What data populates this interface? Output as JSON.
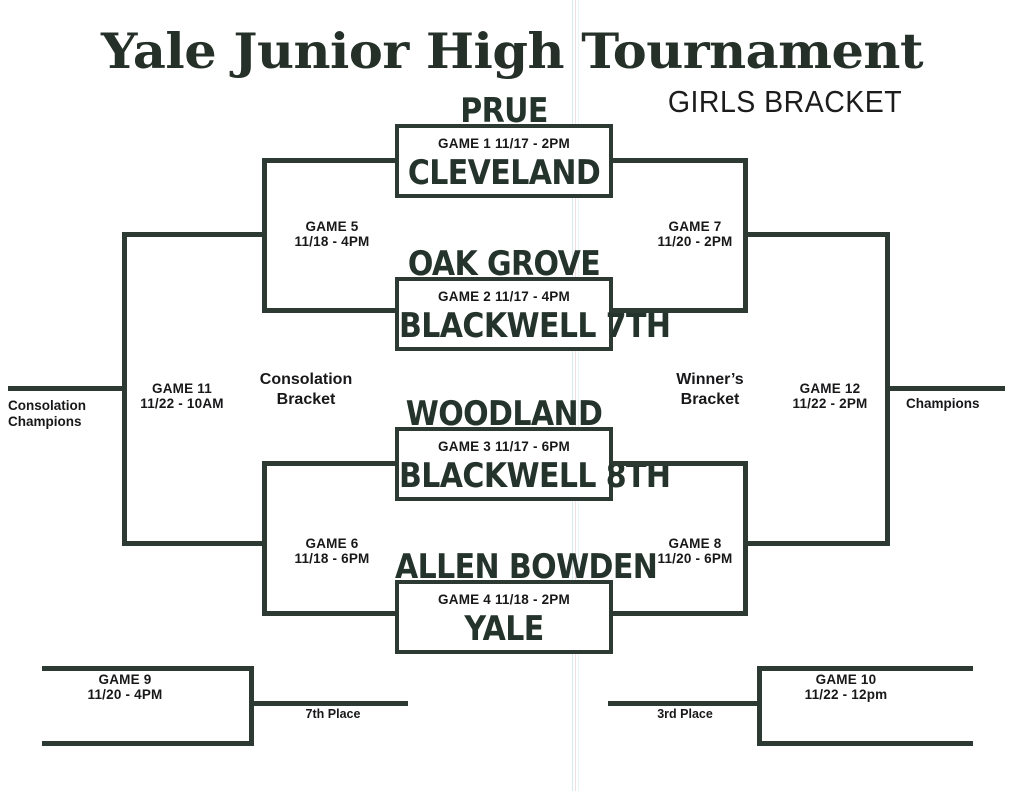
{
  "header": {
    "title": "Yale Junior High Tournament",
    "subtitle": "GIRLS BRACKET"
  },
  "labels": {
    "consolation_bracket_l1": "Consolation",
    "consolation_bracket_l2": "Bracket",
    "winners_bracket_l1": "Winner’s",
    "winners_bracket_l2": "Bracket",
    "consolation_champions_l1": "Consolation",
    "consolation_champions_l2": "Champions",
    "champions": "Champions",
    "seventh_place": "7th Place",
    "third_place": "3rd Place"
  },
  "games": {
    "game1": {
      "meta": "GAME 1  11/17 - 2PM",
      "top_team": "PRUE",
      "bottom_team": "CLEVELAND"
    },
    "game2": {
      "meta": "GAME 2  11/17 - 4PM",
      "top_team": "OAK GROVE",
      "bottom_team": "BLACKWELL 7TH"
    },
    "game3": {
      "meta": "GAME 3   11/17 - 6PM",
      "top_team": "WOODLAND",
      "bottom_team": "BLACKWELL 8TH"
    },
    "game4": {
      "meta": "GAME 4  11/18 - 2PM",
      "top_team": "ALLEN BOWDEN",
      "bottom_team": "YALE"
    },
    "game5": {
      "name": "GAME 5",
      "time": "11/18 - 4PM"
    },
    "game6": {
      "name": "GAME 6",
      "time": "11/18 - 6PM"
    },
    "game7": {
      "name": "GAME 7",
      "time": "11/20 - 2PM"
    },
    "game8": {
      "name": "GAME 8",
      "time": "11/20 - 6PM"
    },
    "game9": {
      "name": "GAME 9",
      "time": "11/20 - 4PM"
    },
    "game10": {
      "name": "GAME 10",
      "time": "11/22 - 12pm"
    },
    "game11": {
      "name": "GAME 11",
      "time": "11/22 - 10AM"
    },
    "game12": {
      "name": "GAME 12",
      "time": "11/22 - 2PM"
    }
  },
  "colors": {
    "line": "#2c3a33",
    "team_text": "#24332b",
    "meta_text": "#18181a",
    "background": "#ffffff"
  }
}
